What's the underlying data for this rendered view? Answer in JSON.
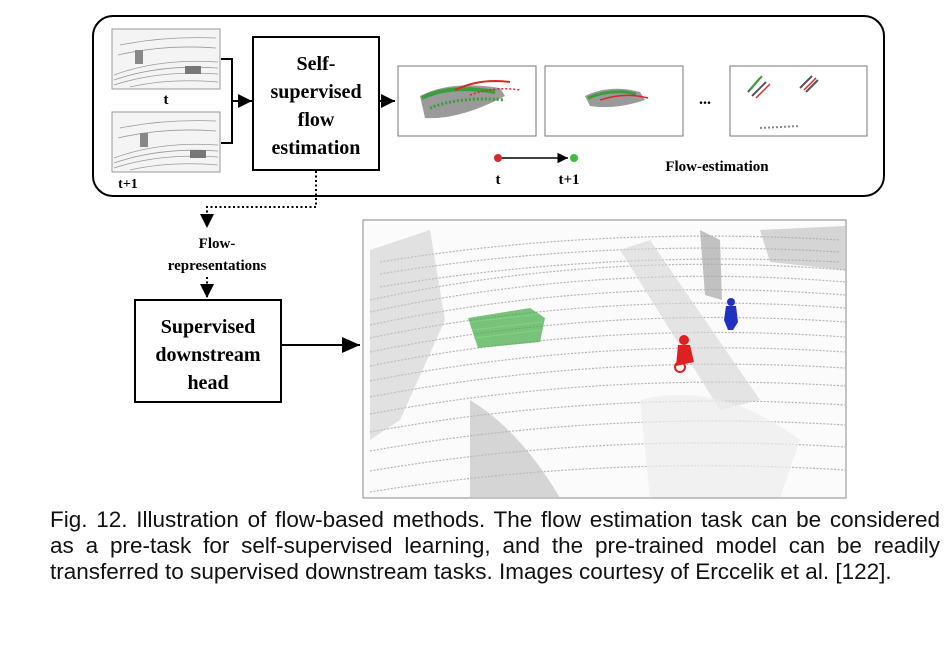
{
  "top_panel": {
    "frame_labels": [
      "t",
      "t+1"
    ],
    "self_supervised_box": [
      "Self-",
      "supervised",
      "flow",
      "estimation"
    ],
    "ellipsis": "...",
    "legend": {
      "start": "t",
      "end": "t+1",
      "start_color": "#d42a2a",
      "end_color": "#45b845"
    },
    "flow_title": "Flow-estimation"
  },
  "flow_representations": [
    "Flow-",
    "representations"
  ],
  "downstream_box": [
    "Supervised",
    "downstream",
    "head"
  ],
  "scene": {
    "green_object_color": "#4caf50",
    "red_object_color": "#e02020",
    "blue_object_color": "#2030c0"
  },
  "caption": "Fig. 12. Illustration of flow-based methods. The flow estimation task can be considered as a pre-task for self-supervised learning, and the pre-trained model can be readily transferred to supervised downstream tasks. Images courtesy of Erccelik et al. [122]."
}
